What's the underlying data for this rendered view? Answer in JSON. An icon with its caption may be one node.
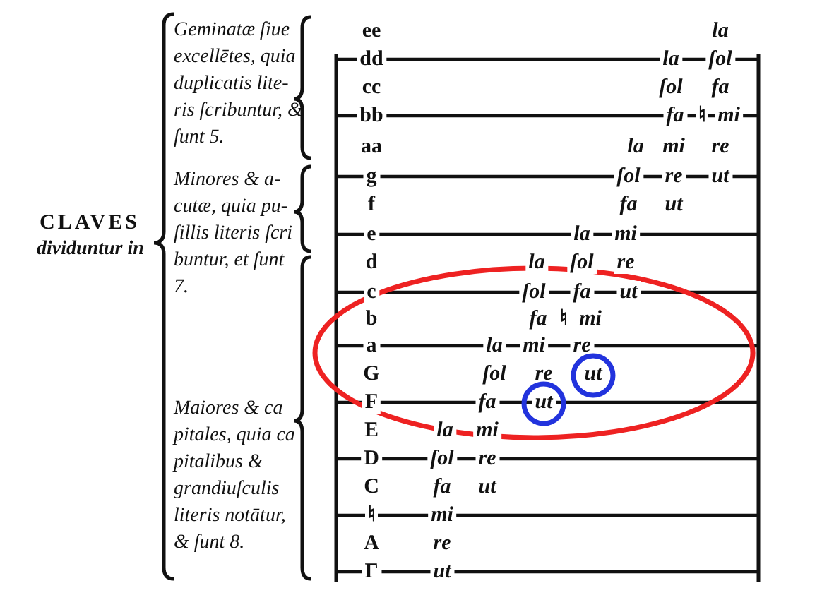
{
  "diagram": {
    "labels": [
      "CLAVES",
      "dividuntur in",
      "Geminatæ ſiue excellētes, quia duplicatis lite- ris ſcribuntur, & ſunt 5.",
      "Minores & a- cutæ, quia pu- ſillis literis ſcri buntur, et ſunt 7.",
      "Maiores & ca pitales, quia ca pitalibus & grandiuſculis literis notātur, & ſunt 8.",
      "ee",
      "la",
      "dd",
      "la",
      "ſol",
      "cc",
      "ſol",
      "fa",
      "bb",
      "fa",
      "♮",
      "mi",
      "aa",
      "la",
      "mi",
      "re",
      "g",
      "ſol",
      "re",
      "ut",
      "f",
      "fa",
      "ut",
      "e",
      "la",
      "mi",
      "d",
      "la",
      "ſol",
      "re",
      "c",
      "ſol",
      "fa",
      "ut",
      "b",
      "fa",
      "♮",
      "mi",
      "a",
      "la",
      "mi",
      "re",
      "G",
      "ſol",
      "re",
      "ut",
      "F",
      "fa",
      "ut",
      "E",
      "la",
      "mi",
      "D",
      "ſol",
      "re",
      "C",
      "fa",
      "ut",
      "♮",
      "mi",
      "A",
      "re",
      "Γ",
      "ut"
    ]
  }
}
